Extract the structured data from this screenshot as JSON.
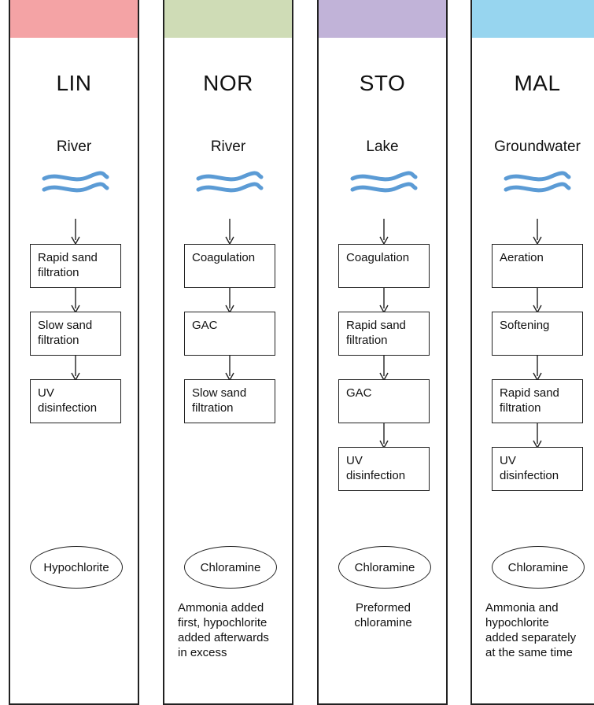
{
  "plants": [
    {
      "code": "LIN",
      "bar_color": "#f4a3a5",
      "source": "River",
      "steps": [
        {
          "line1": "Rapid sand",
          "line2": "filtration"
        },
        {
          "line1": "Slow sand",
          "line2": "filtration"
        },
        {
          "line1": "UV",
          "line2": "disinfection"
        }
      ],
      "disinfectant": "Hypochlorite",
      "note": []
    },
    {
      "code": "NOR",
      "bar_color": "#cfdcb6",
      "source": "River",
      "steps": [
        {
          "line1": "Coagulation",
          "line2": ""
        },
        {
          "line1": "GAC",
          "line2": ""
        },
        {
          "line1": "Slow sand",
          "line2": "filtration"
        }
      ],
      "disinfectant": "Chloramine",
      "note": [
        "Ammonia added",
        "first, hypochlorite",
        "added afterwards",
        "in excess"
      ]
    },
    {
      "code": "STO",
      "bar_color": "#c1b3d8",
      "source": "Lake",
      "steps": [
        {
          "line1": "Coagulation",
          "line2": ""
        },
        {
          "line1": "Rapid sand",
          "line2": "filtration"
        },
        {
          "line1": "GAC",
          "line2": ""
        },
        {
          "line1": "UV",
          "line2": "disinfection"
        }
      ],
      "disinfectant": "Chloramine",
      "note": [
        "Preformed",
        "chloramine"
      ]
    },
    {
      "code": "MAL",
      "bar_color": "#97d5ef",
      "source": "Groundwater",
      "steps": [
        {
          "line1": "Aeration",
          "line2": ""
        },
        {
          "line1": "Softening",
          "line2": ""
        },
        {
          "line1": "Rapid sand",
          "line2": "filtration"
        },
        {
          "line1": "UV",
          "line2": "disinfection"
        }
      ],
      "disinfectant": "Chloramine",
      "note": [
        "Ammonia and",
        "hypochlorite",
        "added separately",
        "at the same time"
      ]
    }
  ],
  "wave_color": "#5b9bd5"
}
